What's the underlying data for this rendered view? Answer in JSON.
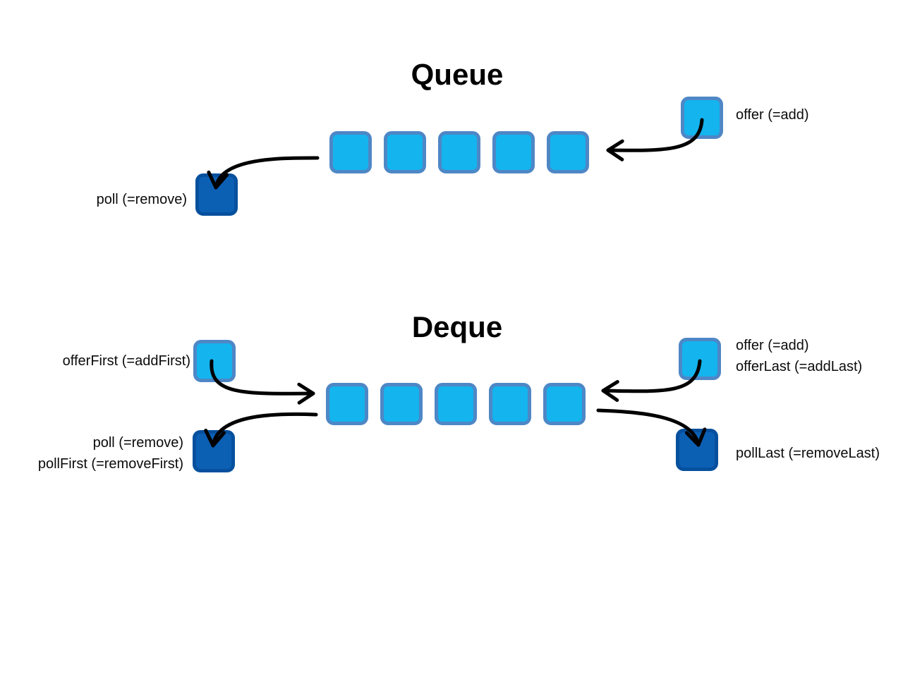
{
  "colors": {
    "light-fill": "#14b4ee",
    "light-border": "#4e87c6",
    "dark-fill": "#0c60b4",
    "dark-border": "#06509e",
    "arrow": "#000000",
    "background": "#ffffff",
    "text": "#0b0b0b"
  },
  "queue": {
    "title": "Queue",
    "cell_count": 5,
    "offer_label": "offer (=add)",
    "poll_label": "poll (=remove)"
  },
  "deque": {
    "title": "Deque",
    "cell_count": 5,
    "offer_first_label": "offerFirst (=addFirst)",
    "offer_label": "offer (=add)",
    "offer_last_label": "offerLast (=addLast)",
    "poll_label": "poll (=remove)",
    "poll_first_label": "pollFirst (=removeFirst)",
    "poll_last_label": "pollLast (=removeLast)"
  }
}
